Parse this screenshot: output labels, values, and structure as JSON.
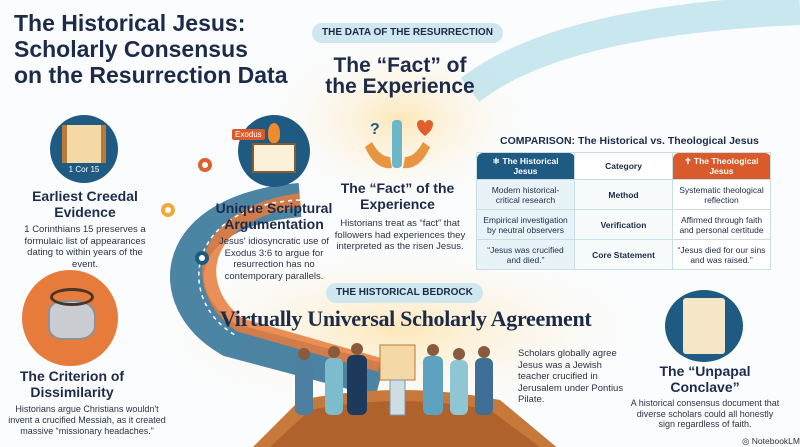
{
  "title": [
    "The Historical Jesus:",
    "Scholarly Consensus",
    "on the Resurrection Data"
  ],
  "top_pill": "THE DATA OF THE RESURRECTION",
  "fact_heading": "The “Fact” of the Experience",
  "fact": {
    "title": "The “Fact” of the Experience",
    "body": "Historians treat as “fact” that followers had experiences they interpreted as the risen Jesus."
  },
  "creedal": {
    "badge": "1 Cor 15",
    "title": "Earliest Creedal Evidence",
    "body": "1 Corinthians 15 preserves a formulaic list of appearances dating to within years of the event."
  },
  "scriptural": {
    "badge": "Exodus",
    "title": "Unique Scriptural Argumentation",
    "body": "Jesus' idiosyncratic use of Exodus 3:6 to argue for resurrection has no contemporary parallels."
  },
  "comparison": {
    "title": "COMPARISON: The Historical vs. Theological Jesus",
    "headers": [
      "The Historical Jesus",
      "Category",
      "The Theological Jesus"
    ],
    "rows": [
      [
        "Modern historical-critical research",
        "Method",
        "Systematic theological reflection"
      ],
      [
        "Empirical investigation by neutral observers",
        "Verification",
        "Affirmed through faith and personal certitude"
      ],
      [
        "“Jesus was crucified and died.”",
        "Core Statement",
        "“Jesus died for our sins and was raised.”"
      ]
    ]
  },
  "bedrock_pill": "THE HISTORICAL BEDROCK",
  "agreement": "Virtually Universal Scholarly Agreement",
  "scholars_text": "Scholars globally agree Jesus was a Jewish teacher crucified in Jerusalem under Pontius Pilate.",
  "dissimilarity": {
    "title": "The Criterion of Dissimilarity",
    "body": "Historians argue Christians wouldn't invent a crucified Messiah, as it created massive “missionary headaches.”"
  },
  "conclave": {
    "title": "The “Unpapal Conclave”",
    "body": "A historical consensus document that diverse scholars could all honestly sign regardless of faith."
  },
  "watermark": "NotebookLM",
  "colors": {
    "navy": "#1d2b4a",
    "blue": "#1f5a82",
    "orange": "#d95b2b",
    "teal": "#7cc3d6",
    "gold": "#f0a93a"
  }
}
